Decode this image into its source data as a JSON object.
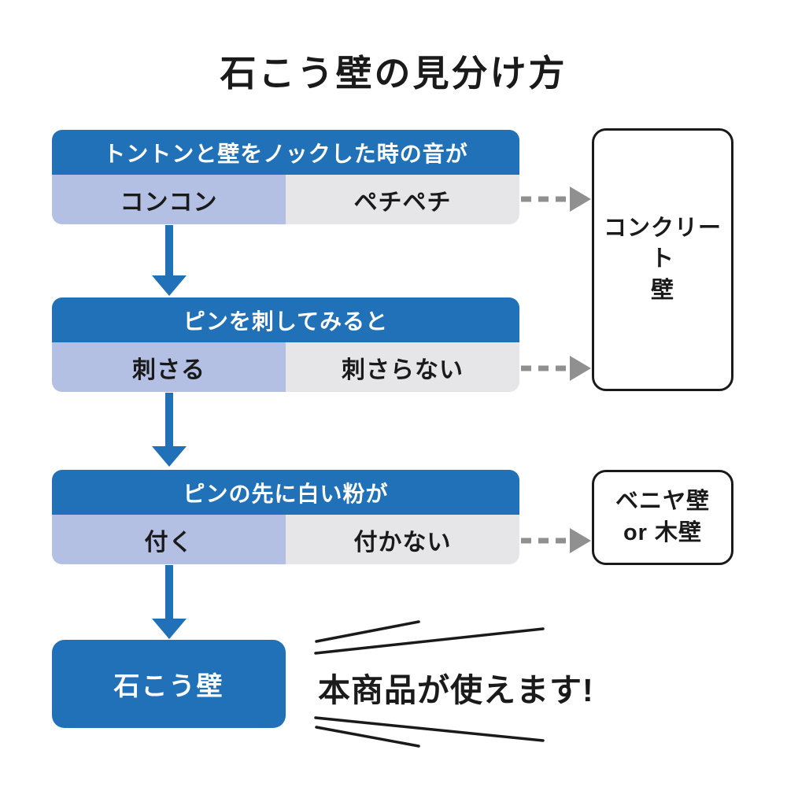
{
  "title": "石こう壁の見分け方",
  "colors": {
    "primary_blue": "#2171b8",
    "yes_cell": "#b3bfe3",
    "no_cell": "#e6e6e8",
    "arrow_gray": "#909090",
    "line_black": "#1a1a1a"
  },
  "steps": [
    {
      "question": "トントンと壁をノックした時の音が",
      "yes": "コンコン",
      "no": "ペチペチ"
    },
    {
      "question": "ピンを刺してみると",
      "yes": "刺さる",
      "no": "刺さらない"
    },
    {
      "question": "ピンの先に白い粉が",
      "yes": "付く",
      "no": "付かない"
    }
  ],
  "outcomes": {
    "concrete": "コンクリート\n壁",
    "wood": "ベニヤ壁\nor 木壁",
    "gypsum": "石こう壁"
  },
  "promo": {
    "text": "本商品が使えます!"
  }
}
